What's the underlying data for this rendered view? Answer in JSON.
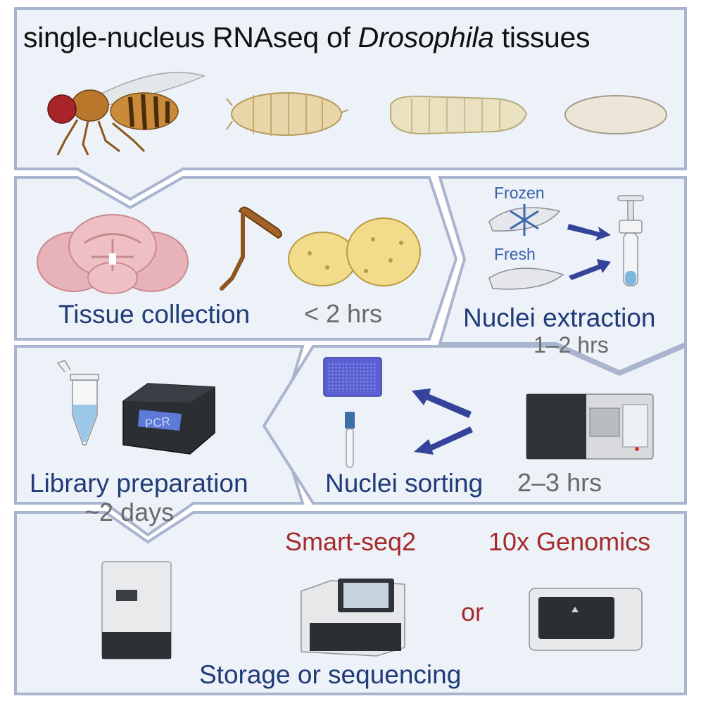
{
  "title": {
    "prefix": "single-nucleus RNAseq of ",
    "species": "Drosophila",
    "suffix": " tissues"
  },
  "steps": {
    "tissue_collection": {
      "label": "Tissue collection",
      "time": "< 2 hrs"
    },
    "nuclei_extraction": {
      "label": "Nuclei extraction",
      "time": "1–2 hrs",
      "frozen": "Frozen",
      "fresh": "Fresh"
    },
    "library_preparation": {
      "label": "Library preparation",
      "time": "~2 days",
      "pcr": "PCR"
    },
    "nuclei_sorting": {
      "label": "Nuclei sorting",
      "time": "2–3 hrs"
    },
    "storage": {
      "label": "Storage or sequencing",
      "method_a": "Smart-seq2",
      "method_b": "10x Genomics",
      "or": "or"
    }
  },
  "colors": {
    "panel_fill": "#edf1f8",
    "panel_stroke": "#a9b4cf",
    "navy_text": "#1f3b78",
    "arrow": "#34449a",
    "red_text": "#a52a2a"
  }
}
